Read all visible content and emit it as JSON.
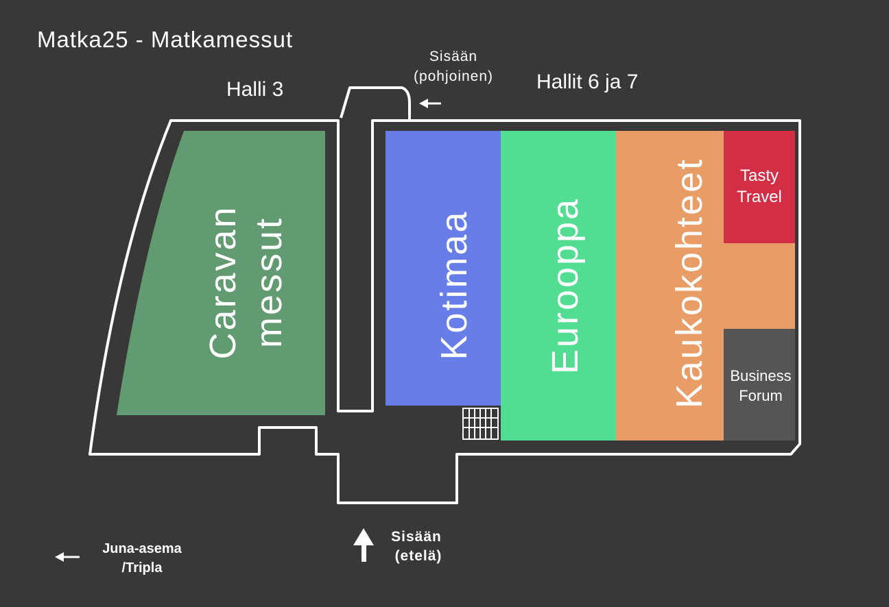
{
  "title": "Matka25  - Matkamessut",
  "halls": {
    "hall3": "Halli 3",
    "hall67": "Hallit 6 ja 7"
  },
  "entrances": {
    "north_line1": "Sisään",
    "north_line2": "(pohjoinen)",
    "south_line1": "Sisään",
    "south_line2": "(etelä)",
    "station_line1": "Juna-asema",
    "station_line2": "/Tripla"
  },
  "areas": {
    "caravan_line1": "Caravan",
    "caravan_line2": "messut",
    "kotimaa": "Kotimaa",
    "eurooppa": "Eurooppa",
    "kaukokohteet": "Kaukokohteet",
    "tasty_line1": "Tasty",
    "tasty_line2": "Travel",
    "business_line1": "Business",
    "business_line2": "Forum"
  },
  "colors": {
    "background": "#393838",
    "caravan": "#629a72",
    "kotimaa": "#677ee8",
    "eurooppa": "#52dd93",
    "kaukokohteet": "#e89c66",
    "tasty_travel": "#d22f47",
    "business_forum": "#555457",
    "outline": "#ffffff"
  }
}
